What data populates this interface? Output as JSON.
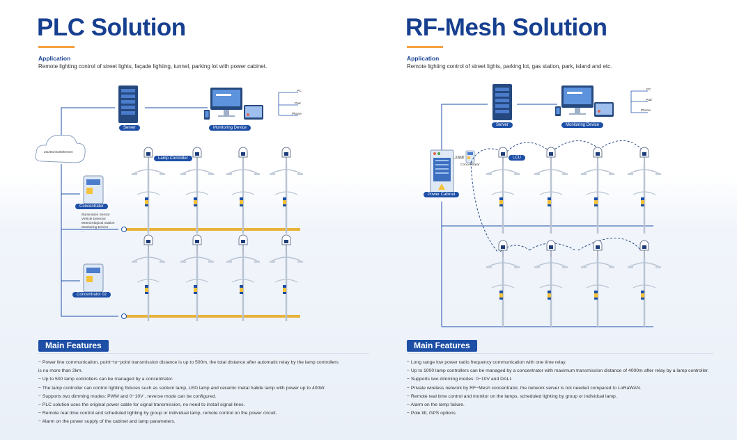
{
  "plc": {
    "title": "PLC Solution",
    "application_heading": "Application",
    "application_text": "Remote lighting control of street lights, façade lighting, tunnel, parking lot with power cabinet.",
    "labels": {
      "server": "Server",
      "monitoring": "Monitoring Device",
      "pc": "PC",
      "pad": "Pad",
      "phone": "Phone",
      "cloud": "2G/3G/4G/Ethernet",
      "lamp_controller": "Lamp Controller",
      "concentrator": "Concentrator",
      "concentrator02": "Concentrator 02",
      "sensor1": "Illumination Sensor",
      "sensor2": "Vehicle Detector",
      "sensor3": "Meteorological Station",
      "sensor4": "Monitoring Device",
      "sensor5": "..."
    },
    "features_title": "Main Features",
    "features": [
      "− Power line communication, point−to−point transmission distance is up to 500m, the total distance after automatic relay by the lamp controllers",
      "  is no more than 2km.",
      "− Up to 500 lamp controllers can be managed by a concentrator.",
      "− The lamp controller can control lighting fixtures such as sodium lamp, LED lamp and ceramic metal halide lamp with power up to 400W.",
      "− Supports two dimming modes: PWM and 0−10V , reverse mode can be configured.",
      "− PLC solution uses the original power cable for signal transmission, no need to install signal lines.",
      "− Remote real time control and scheduled lighting by group or individual lamp, remote control on the power circuit.",
      "− Alarm on the power supply of the cabinet and lamp parameters."
    ]
  },
  "rf": {
    "title": "RF-Mesh Solution",
    "application_heading": "Application",
    "application_text": "Remote lighting control of street lights, parking lot, gas station, park, island and etc.",
    "labels": {
      "server": "Server",
      "monitoring": "Monitoring Device",
      "pc": "PC",
      "pad": "Pad",
      "phone": "Phone",
      "inside": "inside",
      "concentrator": "Concentrator",
      "lcu": "LCU",
      "power_cabinet": "Power Cabinet"
    },
    "features_title": "Main Features",
    "features": [
      "− Long range low power radio frequency communication with one time relay.",
      "− Up to 1000 lamp controllers can be managed by a concentrator with maximum transmission distance of 4000m after relay by a lamp controller.",
      "− Supports two dimming modes: 0−10V and DALI.",
      "− Private wireless network by RF−Mesh concentrator, the network server is not needed compared to LoRaWAN.",
      "− Remote real time control and monitor on the lamps, scheduled lighting by group or individual lamp.",
      "− Alarm on the lamp failure.",
      "− Pole tilt, GPS options"
    ]
  },
  "colors": {
    "brand": "#173f8f",
    "accent": "#f4a240",
    "badge": "#1d4fa6",
    "cable": "#e8b23a"
  }
}
